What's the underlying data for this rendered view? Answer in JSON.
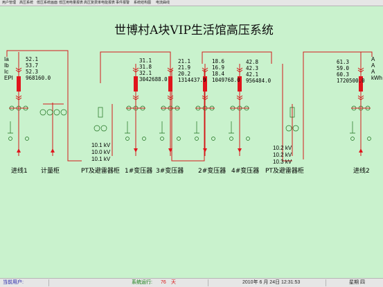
{
  "menu": [
    {
      "id": "users",
      "label": "用户管理"
    },
    {
      "id": "hv-system",
      "label": "高压系统"
    },
    {
      "id": "lv-diagram",
      "label": "低压系统画面"
    },
    {
      "id": "lv-energy",
      "label": "低压用电量报表"
    },
    {
      "id": "hv-meter",
      "label": "高压复费率电能报表"
    },
    {
      "id": "event-alarm",
      "label": "事件报警"
    },
    {
      "id": "system-structure",
      "label": "系统结构图"
    },
    {
      "id": "power-curve",
      "label": "电流曲线"
    }
  ],
  "diagram": {
    "title": "世博村A块VIP生活馆高压系统",
    "left_unit_labels": [
      "Ia",
      "Ib",
      "Ic",
      "EPI"
    ],
    "right_unit_labels": [
      "A",
      "A",
      "A",
      "kWh"
    ],
    "readings": {
      "incoming1": [
        "52.1",
        "53.7",
        "52.3",
        "968160.0"
      ],
      "tx1": [
        "31.1",
        "31.8",
        "32.1",
        "3042688.0"
      ],
      "tx3": [
        "21.1",
        "21.9",
        "20.2",
        "1314437.9"
      ],
      "tx2": [
        "18.6",
        "16.9",
        "18.4",
        "1049768.0"
      ],
      "tx4": [
        "42.8",
        "42.3",
        "42.1",
        "956484.0"
      ],
      "incoming2": [
        "61.3",
        "59.0",
        "60.3",
        "1720500.0"
      ]
    },
    "bus_voltages_left": [
      "10.1",
      "10.0",
      "10.1"
    ],
    "bus_voltages_right": [
      "10.2",
      "10.2",
      "10.3"
    ],
    "voltage_unit": "kV",
    "feeders": [
      {
        "id": "incoming1",
        "label": "进线1"
      },
      {
        "id": "metering",
        "label": "计量柜"
      },
      {
        "id": "pt-left",
        "label": "PT及避雷器柜"
      },
      {
        "id": "tx1",
        "label": "1#变压器"
      },
      {
        "id": "tx3",
        "label": "3#变压器"
      },
      {
        "id": "tx2",
        "label": "2#变压器"
      },
      {
        "id": "tx4",
        "label": "4#变压器"
      },
      {
        "id": "pt-right",
        "label": "PT及避雷器柜"
      },
      {
        "id": "incoming2",
        "label": "进线2"
      }
    ],
    "colors": {
      "line": "#d41a1a",
      "breaker": "#e0141c",
      "equipment": "#1a6e1a",
      "background": "#c9f2cd"
    }
  },
  "status": {
    "current_user_label": "当前用户:",
    "run_label": "系统运行:",
    "run_days": "76",
    "run_unit": "天",
    "datetime": "2010年 6 月 24日 12:31:53",
    "weekday": "星期 四"
  }
}
